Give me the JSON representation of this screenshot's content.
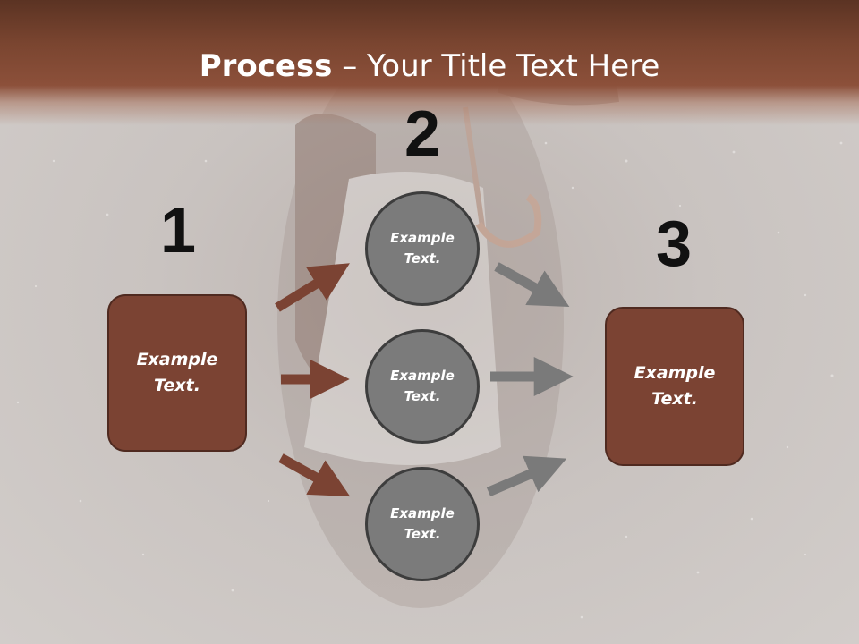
{
  "header": {
    "title_bold": "Process",
    "title_rest": " – Your Title Text Here"
  },
  "steps": [
    {
      "number": "1",
      "text": "Example\nText."
    },
    {
      "number": "2",
      "circles": [
        "Example\nText.",
        "Example\nText.",
        "Example\nText."
      ]
    },
    {
      "number": "3",
      "text": "Example\nText."
    }
  ],
  "colors": {
    "header": "#7a4530",
    "box_fill": "#7b4333",
    "circle_fill": "#7b7b7b",
    "arrow_left": "#7b4333",
    "arrow_right": "#7a7a7a"
  }
}
